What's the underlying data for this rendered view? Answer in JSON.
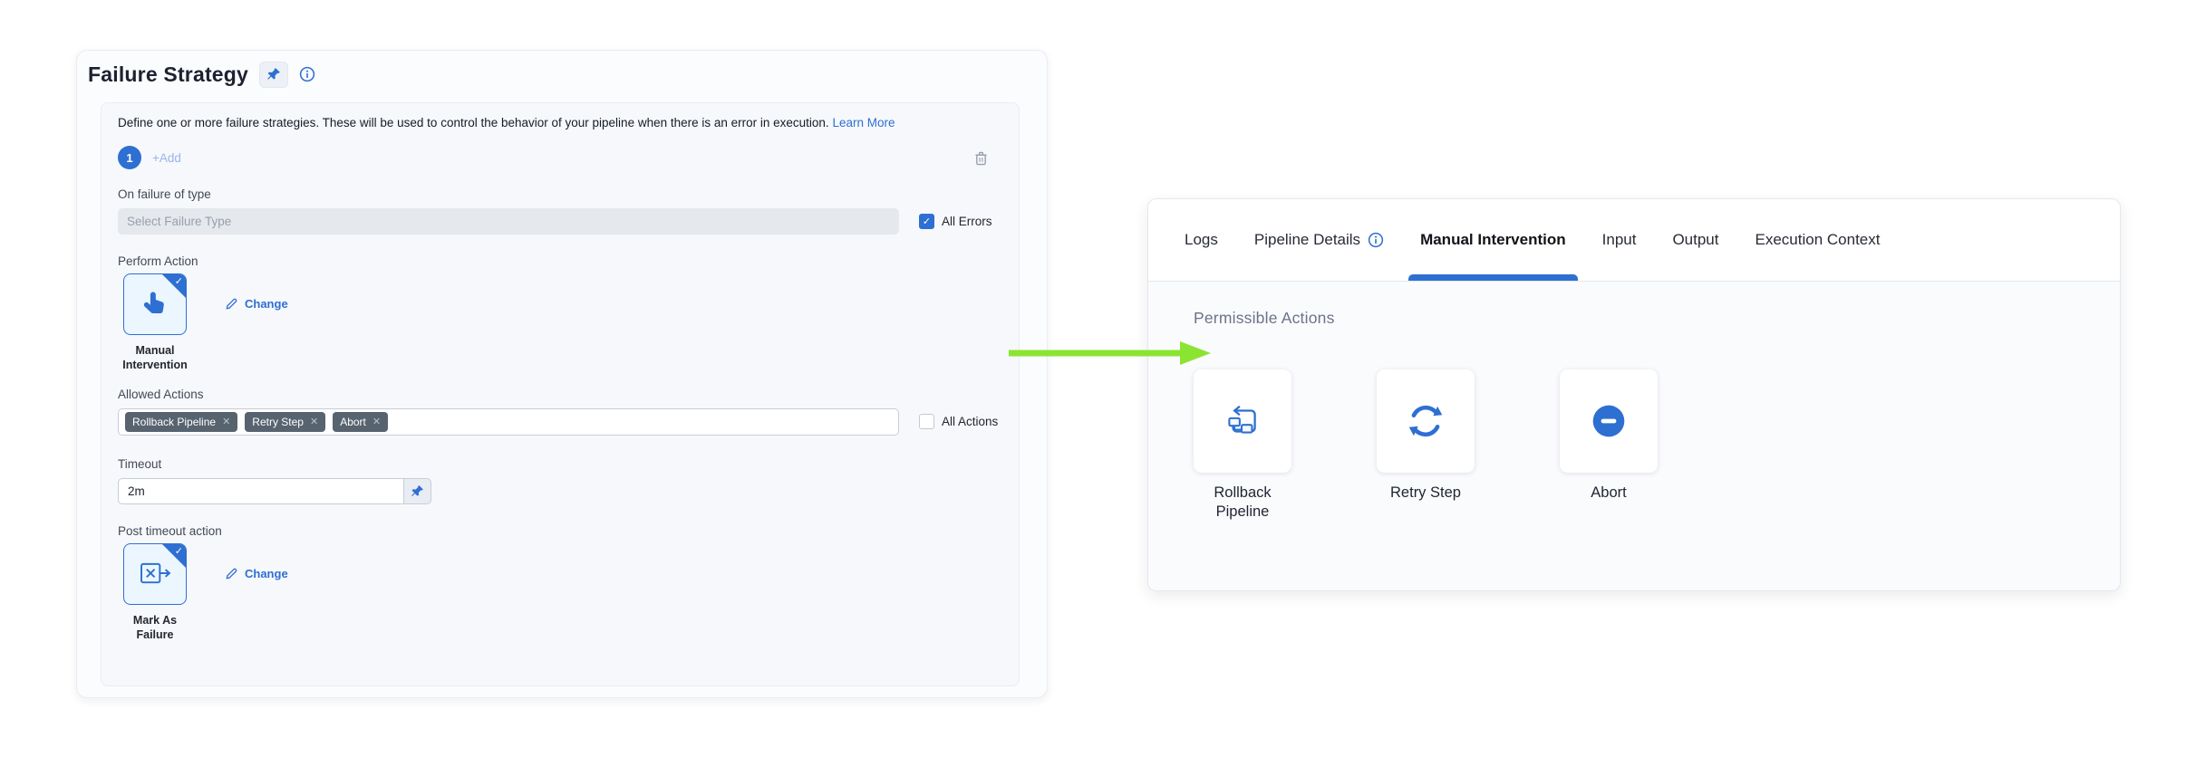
{
  "glyphs": {
    "check": "✓",
    "remove": "✕"
  },
  "colors": {
    "primary_blue": "#2e6fd2",
    "arrow_green": "#8ce432",
    "tag_slate": "#57636f"
  },
  "failure_strategy": {
    "title": "Failure Strategy",
    "description": "Define one or more failure strategies. These will be used to control the behavior of your pipeline when there is an error in execution.",
    "learn_more_label": "Learn More",
    "strategy_index": "1",
    "add_label": "+Add",
    "on_failure_of_type": {
      "label": "On failure of type",
      "placeholder": "Select Failure Type",
      "all_errors_label": "All Errors",
      "all_errors_checked": true
    },
    "perform_action": {
      "label": "Perform Action",
      "change_label": "Change",
      "selected_action": "Manual Intervention"
    },
    "allowed_actions": {
      "label": "Allowed Actions",
      "tags": [
        "Rollback Pipeline",
        "Retry Step",
        "Abort"
      ],
      "all_actions_label": "All Actions",
      "all_actions_checked": false
    },
    "timeout": {
      "label": "Timeout",
      "value": "2m"
    },
    "post_timeout_action": {
      "label": "Post timeout action",
      "change_label": "Change",
      "selected_action": "Mark As Failure"
    }
  },
  "details_panel": {
    "tabs": [
      {
        "label": "Logs",
        "active": false
      },
      {
        "label": "Pipeline Details",
        "active": false,
        "has_info_icon": true
      },
      {
        "label": "Manual Intervention",
        "active": true
      },
      {
        "label": "Input",
        "active": false
      },
      {
        "label": "Output",
        "active": false
      },
      {
        "label": "Execution Context",
        "active": false
      }
    ],
    "section_title": "Permissible Actions",
    "actions": [
      {
        "label": "Rollback Pipeline",
        "icon": "rollback-pipeline-icon"
      },
      {
        "label": "Retry Step",
        "icon": "retry-step-icon"
      },
      {
        "label": "Abort",
        "icon": "abort-icon"
      }
    ]
  }
}
